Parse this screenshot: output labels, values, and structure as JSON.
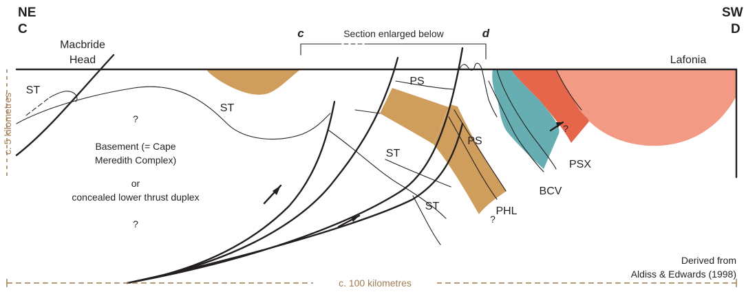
{
  "labels": {
    "ne": "NE",
    "c_left": "C",
    "sw": "SW",
    "d_right": "D",
    "macbride_1": "Macbride",
    "macbride_2": "Head",
    "lafonia": "Lafonia",
    "c_italic": "c",
    "d_italic": "d",
    "section_enlarged": "Section enlarged below",
    "st_a": "ST",
    "st_b": "ST",
    "st_c": "ST",
    "st_d": "ST",
    "ps_a": "PS",
    "ps_b": "PS",
    "psx": "PSX",
    "bcv": "BCV",
    "phl": "PHL",
    "q1": "?",
    "q2": "?",
    "q3": "?",
    "q4": "?",
    "basement_1": "Basement (= Cape",
    "basement_2": "Meredith Complex)",
    "or": "or",
    "concealed": "concealed lower thrust duplex",
    "vscale": "c. 5 kilometres",
    "hscale": "c. 100 kilometres",
    "credit_1": "Derived from",
    "credit_2": "Aldiss & Edwards (1998)"
  },
  "colors": {
    "ps_unit": "#cf9d5c",
    "bcv_unit": "#67aeb2",
    "psx_unit": "#e5664a",
    "lafonia_unit": "#f39a84",
    "scale_brown": "#a07a50"
  }
}
